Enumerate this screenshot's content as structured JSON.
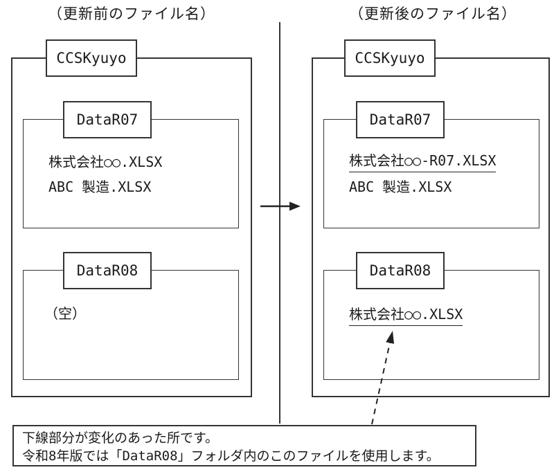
{
  "titles": {
    "before": "（更新前のファイル名）",
    "after": "（更新後のファイル名）"
  },
  "before": {
    "root_folder": "CCSKyuyo",
    "folders": [
      {
        "name": "DataR07",
        "files": [
          {
            "name": "株式会社○○.XLSX",
            "underlined": false
          },
          {
            "name": "ABC 製造.XLSX",
            "underlined": false
          }
        ]
      },
      {
        "name": "DataR08",
        "files": [],
        "empty_label": "（空）"
      }
    ]
  },
  "after": {
    "root_folder": "CCSKyuyo",
    "folders": [
      {
        "name": "DataR07",
        "files": [
          {
            "name": "株式会社○○-R07.XLSX",
            "underlined": true
          },
          {
            "name": "ABC 製造.XLSX",
            "underlined": false
          }
        ]
      },
      {
        "name": "DataR08",
        "files": [
          {
            "name": "株式会社○○.XLSX",
            "underlined": true
          }
        ]
      }
    ]
  },
  "note": {
    "line1": "下線部分が変化のあった所です。",
    "line2": "令和8年版では「DataR08」フォルダ内のこのファイルを使用します。"
  },
  "colors": {
    "line": "#333333",
    "background": "#ffffff",
    "text": "#1a1a1a"
  }
}
